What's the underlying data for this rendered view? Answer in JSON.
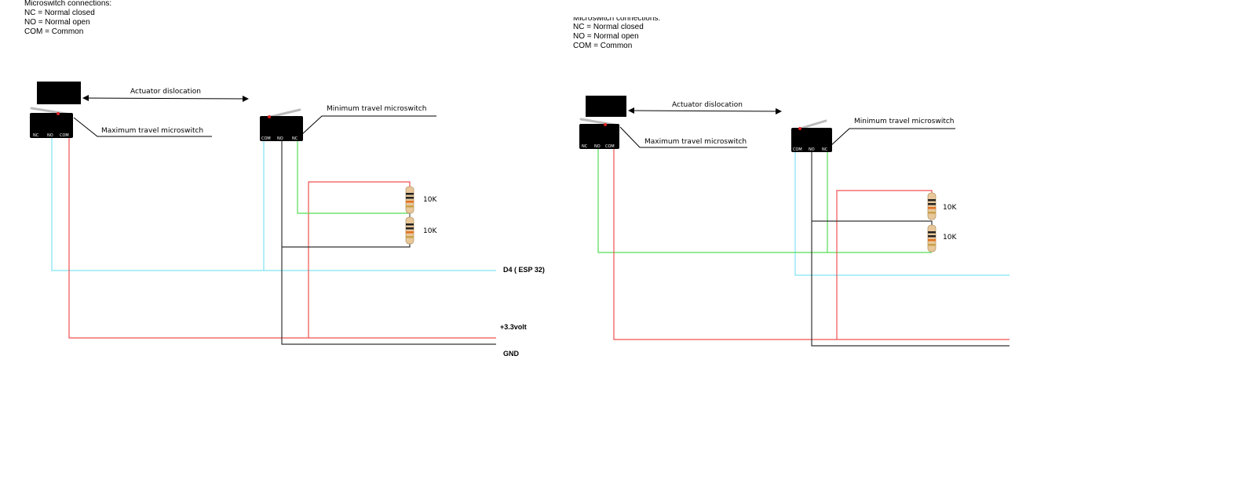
{
  "left": {
    "legend": {
      "heading": "Microswitch connections:",
      "nc": "NC = Normal closed",
      "no": "NO = Normal open",
      "com": "COM = Common"
    },
    "actuator_label": "Actuator dislocation",
    "max_switch_label": "Maximum travel microswitch",
    "min_switch_label": "Minimum travel microswitch",
    "max_pins": [
      "NC",
      "NO",
      "COM"
    ],
    "min_pins": [
      "COM",
      "NO",
      "NC"
    ],
    "resistor_top": "10K",
    "resistor_bottom": "10K",
    "rail_d4": "D4 ( ESP 32)",
    "rail_3v3": "+3.3volt",
    "rail_gnd": "GND"
  },
  "right": {
    "legend": {
      "heading": "Microswitch connections:",
      "nc": "NC = Normal closed",
      "no": "NO = Normal open",
      "com": "COM = Common"
    },
    "actuator_label": "Actuator dislocation",
    "max_switch_label": "Maximum travel microswitch",
    "min_switch_label": "Minimum travel microswitch",
    "max_pins": [
      "NC",
      "NO",
      "COM"
    ],
    "min_pins": [
      "COM",
      "NO",
      "NC"
    ],
    "resistor_top": "10K",
    "resistor_bottom": "10K"
  },
  "colors": {
    "signal": "#7fe3f2",
    "power": "#f05050",
    "ground": "#333333",
    "switch_no": "#55dd55",
    "body": "#000000"
  }
}
